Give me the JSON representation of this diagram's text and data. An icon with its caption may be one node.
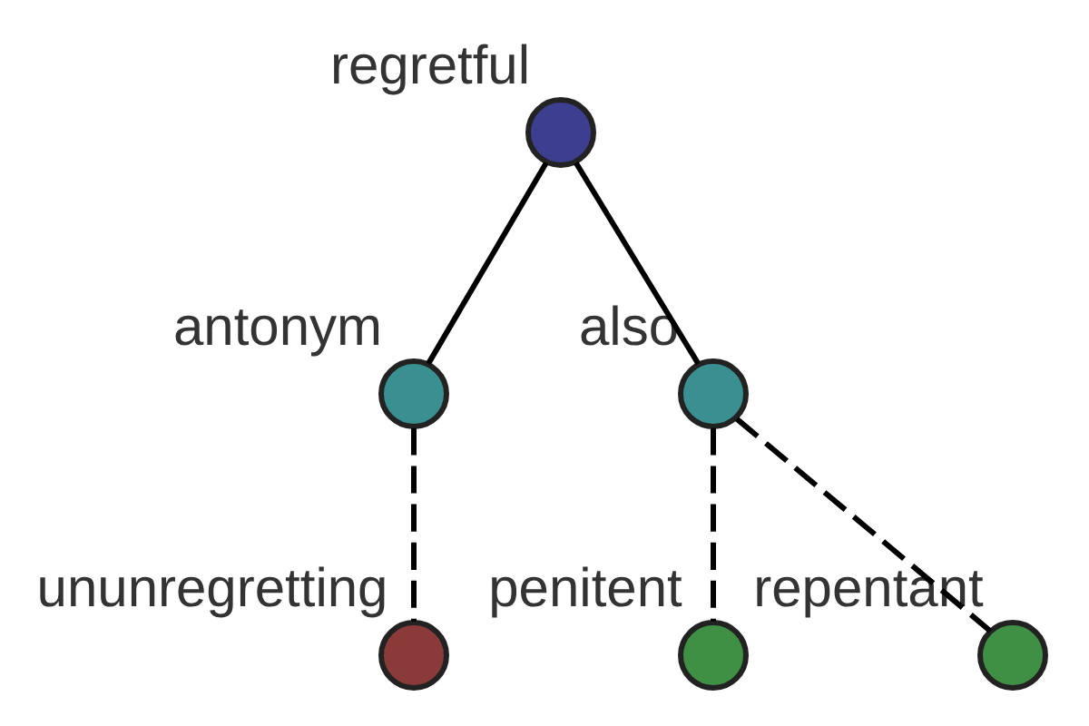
{
  "diagram": {
    "nodes": [
      {
        "text": [],
        "shape": "circle",
        "beside": [
          "regretful"
        ]
      },
      {
        "text": [],
        "shape": "circle",
        "beside": [
          "antonym"
        ]
      },
      {
        "text": [],
        "shape": "circle",
        "beside": [
          "ununregretting"
        ]
      },
      {
        "text": [],
        "shape": "circle",
        "beside": [
          "also"
        ]
      },
      {
        "text": [],
        "shape": "circle",
        "beside": [
          "penitent"
        ]
      },
      {
        "text": [],
        "shape": "circle",
        "beside": [
          "repentant"
        ]
      }
    ],
    "edges": [
      {
        "from": 0,
        "to": 1,
        "arrow": "none"
      },
      {
        "from": 1,
        "to": 2,
        "arrow": "none",
        "style": "dashed"
      },
      {
        "from": 0,
        "to": 3,
        "arrow": "none"
      },
      {
        "from": 3,
        "to": 4,
        "arrow": "none",
        "style": "dashed"
      },
      {
        "from": 3,
        "to": 5,
        "arrow": "none",
        "style": "dashed"
      }
    ]
  }
}
